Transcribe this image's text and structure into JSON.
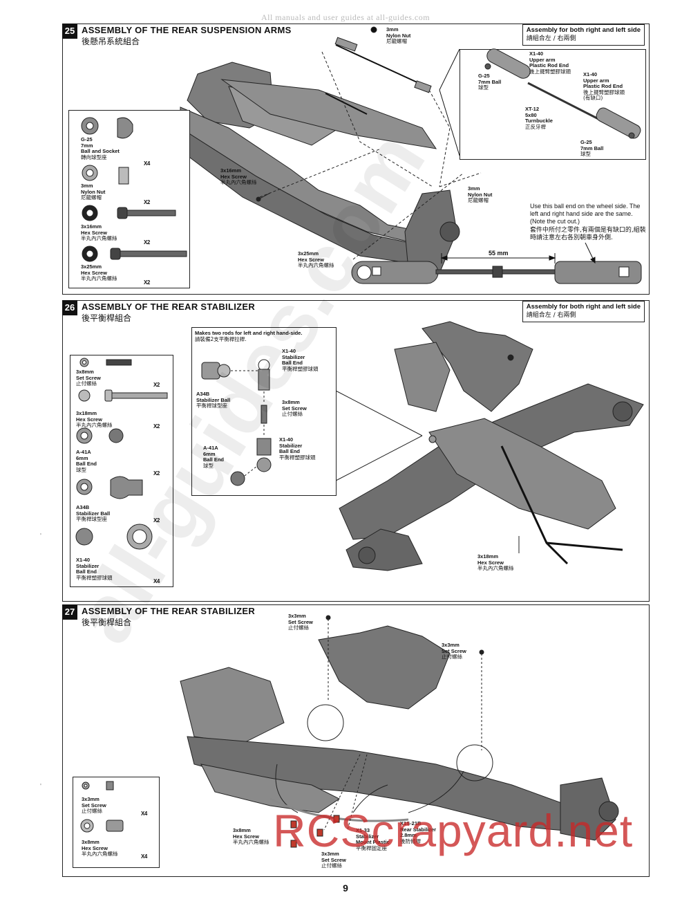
{
  "page": {
    "top_watermark": "All manuals and user guides at all-guides.com",
    "diagonal_watermark": "all-guides.com",
    "rc_watermark": "RCScrapyard.net",
    "page_number": "9",
    "margin_marks": [
      "'",
      "'"
    ]
  },
  "section_25": {
    "number": "25",
    "title": "ASSEMBLY OF THE REAR SUSPENSION ARMS",
    "subtitle": "後懸吊系統組合",
    "both_sides": {
      "en": "Assembly for both right and left side",
      "zh": "請組合左 / 右兩側"
    },
    "parts": [
      {
        "code": "G-25",
        "name": "7mm",
        "name2": "Ball and Socket",
        "zh": "轉向球型座",
        "qty": "X4"
      },
      {
        "code": "3mm",
        "name": "Nylon Nut",
        "name2": "",
        "zh": "尼龍螺帽",
        "qty": "X2"
      },
      {
        "code": "3x16mm",
        "name": "Hex Screw",
        "name2": "",
        "zh": "半丸內六角螺絲",
        "qty": "X2"
      },
      {
        "code": "3x25mm",
        "name": "Hex Screw",
        "name2": "",
        "zh": "半丸內六角螺絲",
        "qty": "X2"
      }
    ],
    "callouts": {
      "nylon_nut_top": {
        "l1": "3mm",
        "l2": "Nylon Nut",
        "zh": "尼龍螺帽"
      },
      "screw_16": {
        "l1": "3x16mm",
        "l2": "Hex Screw",
        "zh": "半丸內六角螺絲"
      },
      "nylon_nut_bottom": {
        "l1": "3mm",
        "l2": "Nylon Nut",
        "zh": "尼龍螺帽"
      },
      "screw_25": {
        "l1": "3x25mm",
        "l2": "Hex Screw",
        "zh": "半丸內六角螺絲"
      }
    },
    "detail": {
      "g25_left": {
        "l1": "G-25",
        "l2": "7mm Ball",
        "zh": "球型"
      },
      "x140_upper": {
        "l1": "X1-40",
        "l2": "Upper arm",
        "l3": "Plastic Rod End",
        "zh": "後上擺臂塑膠球頭"
      },
      "x140_right": {
        "l1": "X1-40",
        "l2": "Upper arm",
        "l3": "Plastic Rod End",
        "zh": "後上擺臂塑膠球頭",
        "zh2": "(有缺口)"
      },
      "xt12": {
        "l1": "XT-12",
        "l2": "5x80",
        "l3": "Turnbuckle",
        "zh": "正反牙桿"
      },
      "g25_bottom": {
        "l1": "G-25",
        "l2": "7mm Ball",
        "zh": "球型"
      }
    },
    "note_en": "Use this ball end on the wheel side. The left and right hand side are the same. (Note the cut out.)",
    "note_zh": "套件中所付之零件,有兩個是有缺口的,組裝時請注意左右各別朝車身外側.",
    "dimension": "55 mm"
  },
  "section_26": {
    "number": "26",
    "title": "ASSEMBLY OF THE REAR STABILIZER",
    "subtitle": "後平衡桿組合",
    "both_sides": {
      "en": "Assembly for both right and left side",
      "zh": "請組合左 / 右兩側"
    },
    "parts": [
      {
        "code": "3x8mm",
        "name": "Set Screw",
        "name2": "",
        "zh": "止付螺絲",
        "qty": "X2"
      },
      {
        "code": "3x18mm",
        "name": "Hex Screw",
        "name2": "",
        "zh": "半丸內六角螺絲",
        "qty": "X2"
      },
      {
        "code": "A-41A",
        "name": "6mm",
        "name2": "Ball End",
        "zh": "球型",
        "qty": "X2"
      },
      {
        "code": "A34B",
        "name": "Stabilizer Ball",
        "name2": "",
        "zh": "平衡桿球型座",
        "qty": "X2"
      },
      {
        "code": "X1-40",
        "name": "Stabilizer",
        "name2": "Ball End",
        "zh": "平衡桿塑膠球頭",
        "qty": "X4"
      }
    ],
    "detail": {
      "heading": "Makes two rods for left and right hand-side.",
      "heading_zh": "請裝備2支平衡桿拉桿.",
      "x140_top": {
        "l1": "X1-40",
        "l2": "Stabilizer",
        "l3": "Ball End",
        "zh": "平衡桿塑膠球頭"
      },
      "a34b": {
        "l1": "A34B",
        "l2": "Stabilizer Ball",
        "zh": "平衡桿球型座"
      },
      "set_screw": {
        "l1": "3x8mm",
        "l2": "Set Screw",
        "zh": "止付螺絲"
      },
      "a41a": {
        "l1": "A-41A",
        "l2": "6mm",
        "l3": "Ball End",
        "zh": "球型"
      },
      "x140_bottom": {
        "l1": "X1-40",
        "l2": "Stabilizer",
        "l3": "Ball End",
        "zh": "平衡桿塑膠球頭"
      }
    },
    "callouts": {
      "screw_18": {
        "l1": "3x18mm",
        "l2": "Hex Screw",
        "zh": "半丸內六角螺絲"
      }
    }
  },
  "section_27": {
    "number": "27",
    "title": "ASSEMBLY OF THE REAR STABILIZER",
    "subtitle": "後平衡桿組合",
    "parts": [
      {
        "code": "3x3mm",
        "name": "Set Screw",
        "name2": "",
        "zh": "止付螺絲",
        "qty": "X4"
      },
      {
        "code": "3x8mm",
        "name": "Hex Screw",
        "name2": "",
        "zh": "半丸內六角螺絲",
        "qty": "X4"
      }
    ],
    "callouts": {
      "set_top": {
        "l1": "3x3mm",
        "l2": "Set Screw",
        "zh": "止付螺絲"
      },
      "set_right": {
        "l1": "3x3mm",
        "l2": "Set Screw",
        "zh": "止付螺絲"
      },
      "hex_8": {
        "l1": "3x8mm",
        "l2": "Hex Screw",
        "zh": "半丸內六角螺絲"
      },
      "x133": {
        "l1": "X1-33",
        "l2": "Stabilizer",
        "l3": "Mount Plastic",
        "zh": "平衡桿固定座"
      },
      "x1s21b": {
        "l1": "X1S-21B",
        "l2": "Rear Stabilizer",
        "l3": "2.8mm",
        "zh": "後防傾桿"
      },
      "set_bottom": {
        "l1": "3x3mm",
        "l2": "Set Screw",
        "zh": "止付螺絲"
      }
    }
  }
}
